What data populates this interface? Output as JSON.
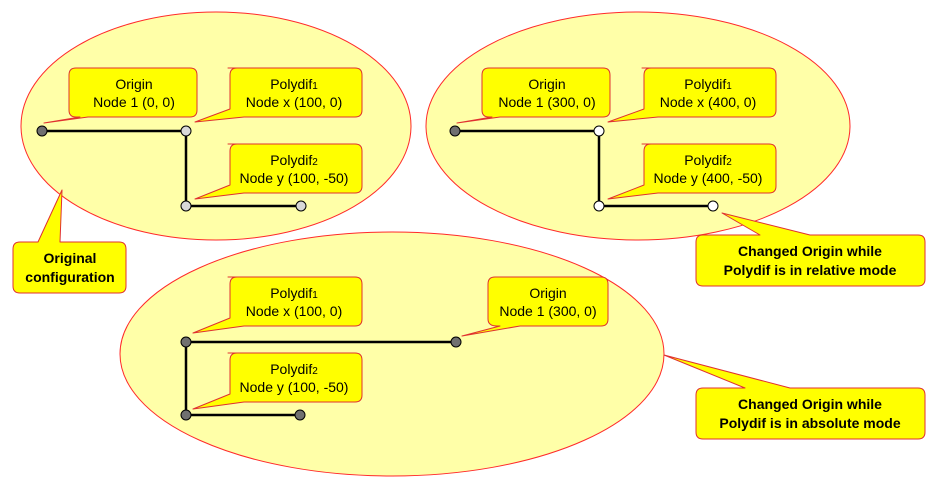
{
  "colors": {
    "ellipse_fill": "#FFFFA8",
    "ellipse_stroke": "#FF2A2A",
    "callout_fill": "#FFFF00",
    "callout_stroke": "#E03030",
    "line": "#000000",
    "node_dark": "#707070",
    "node_light": "#D8D8D8",
    "node_white": "#FFFFFF"
  },
  "panel_original": {
    "origin_title": "Origin",
    "origin_node": "Node 1 (0, 0)",
    "p1_title": "Polydif",
    "p1_sub": "1",
    "p1_node": "Node x (100, 0)",
    "p2_title": "Polydif",
    "p2_sub": "2",
    "p2_node": "Node y (100, -50)"
  },
  "panel_relative": {
    "origin_title": "Origin",
    "origin_node": "Node 1 (300, 0)",
    "p1_title": "Polydif",
    "p1_sub": "1",
    "p1_node": "Node x (400, 0)",
    "p2_title": "Polydif",
    "p2_sub": "2",
    "p2_node": "Node y (400, -50)"
  },
  "panel_absolute": {
    "p1_title": "Polydif",
    "p1_sub": "1",
    "p1_node": "Node x (100, 0)",
    "origin_title": "Origin",
    "origin_node": "Node 1 (300, 0)",
    "p2_title": "Polydif",
    "p2_sub": "2",
    "p2_node": "Node y (100, -50)"
  },
  "captions": {
    "original_line1": "Original",
    "original_line2": "configuration",
    "relative_line1": "Changed Origin while",
    "relative_line2": "Polydif is in relative  mode",
    "absolute_line1": "Changed Origin while",
    "absolute_line2": "Polydif is in absolute mode"
  }
}
